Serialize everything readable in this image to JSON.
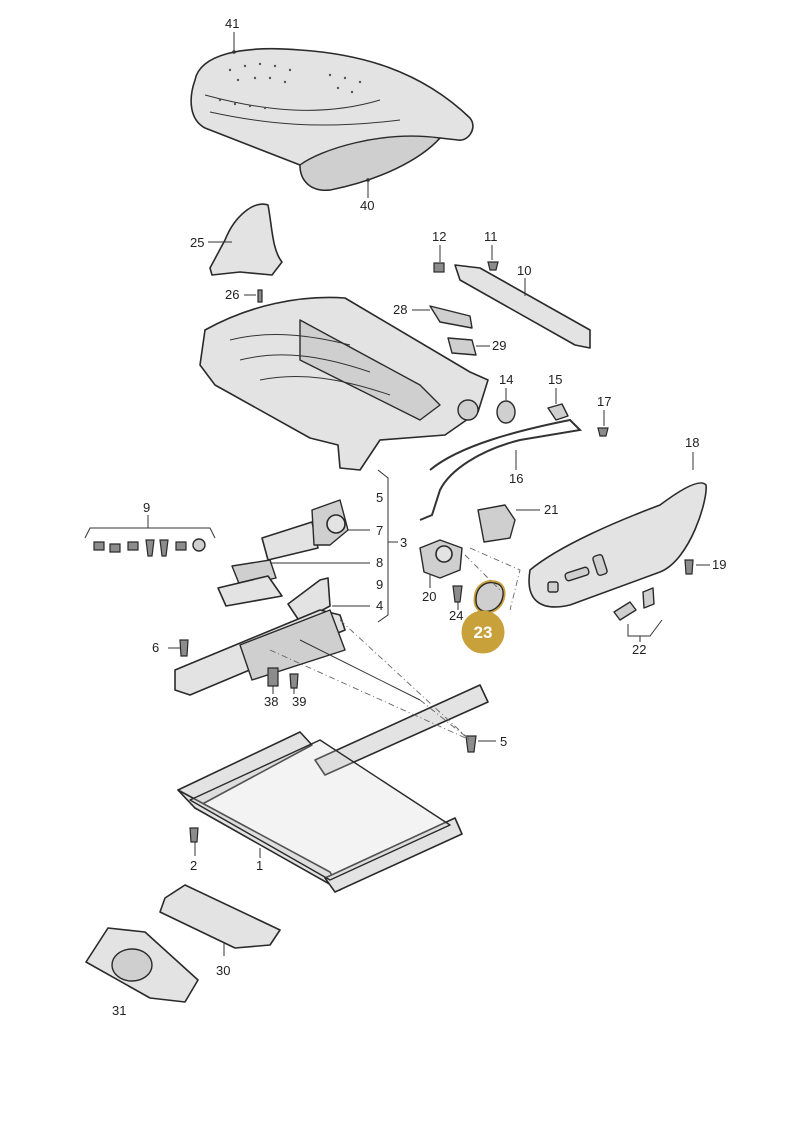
{
  "labels": {
    "p41": "41",
    "p40": "40",
    "p25": "25",
    "p26": "26",
    "p12": "12",
    "p11": "11",
    "p10": "10",
    "p28": "28",
    "p29": "29",
    "p14": "14",
    "p15": "15",
    "p17": "17",
    "p18": "18",
    "p16": "16",
    "p5a": "5",
    "p3": "3",
    "p7": "7",
    "p8": "8",
    "p9a": "9",
    "p4": "4",
    "p9b": "9",
    "p21": "21",
    "p20": "20",
    "p24": "24",
    "p19": "19",
    "p22": "22",
    "p6": "6",
    "p38": "38",
    "p39": "39",
    "p5b": "5",
    "p2": "2",
    "p1": "1",
    "p30": "30",
    "p31": "31"
  },
  "highlight": {
    "label": "23",
    "color": "#c9a13b"
  }
}
